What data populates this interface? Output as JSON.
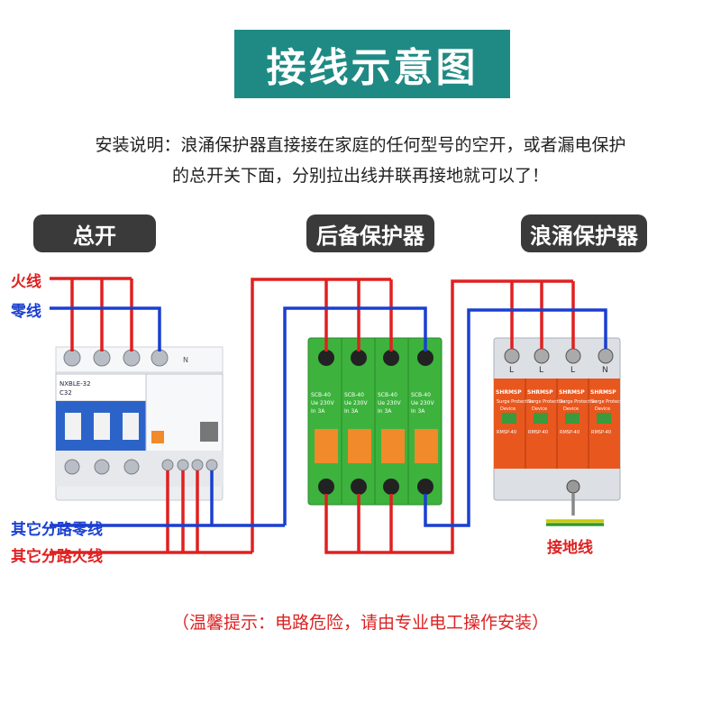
{
  "title": "接线示意图",
  "instructions": {
    "line1": "安装说明：浪涌保护器直接接在家庭的任何型号的空开，或者漏电保护",
    "line2": "的总开关下面，分别拉出线并联再接地就可以了！"
  },
  "section_labels": {
    "main_switch": "总开",
    "backup_protector": "后备保护器",
    "surge_protector": "浪涌保护器"
  },
  "wire_labels": {
    "live": "火线",
    "neutral": "零线",
    "branch_neutral": "其它分路零线",
    "branch_live": "其它分路火线",
    "ground": "接地线"
  },
  "main_switch": {
    "model": "NXBLE-32",
    "rating": "C32",
    "n_label": "N"
  },
  "backup": {
    "module_label": "SCB-40",
    "rating_ue": "Ue 230V",
    "rating_in": "In 3A"
  },
  "spd": {
    "brand": "SHRMSP",
    "desc1": "Surge Protective",
    "desc2": "Device",
    "model": "RMSP-40",
    "terminal_labels": [
      "L",
      "L",
      "L",
      "N"
    ]
  },
  "warning": "（温馨提示：电路危险，请由专业电工操作安装）",
  "colors": {
    "title_bg": "#1f8a84",
    "live_wire": "#e02020",
    "neutral_wire": "#1a3fd0",
    "backup_body": "#3db33d",
    "spd_body": "#e8571e",
    "ground_wire": "#c8c800"
  }
}
